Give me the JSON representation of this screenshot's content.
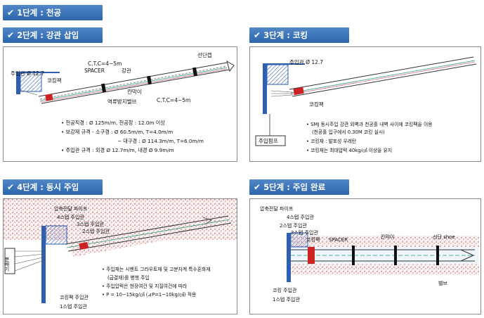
{
  "steps": [
    {
      "check": "✔",
      "label": "1단계 : 천공"
    },
    {
      "check": "✔",
      "label": "2단계 : 강관 삽입"
    },
    {
      "check": "✔",
      "label": "3단계 : 코킹"
    },
    {
      "check": "✔",
      "label": "4단계 : 동시 주입"
    },
    {
      "check": "✔",
      "label": "5단계 : 주입 완료"
    }
  ],
  "panel2": {
    "label_main_pipe": "주입관 Ø 12.7",
    "label_caulking": "코킹팩",
    "label_ctc_top": "C.T.C=4~5m",
    "label_spacer": "SPACER",
    "label_steel": "강관",
    "label_end_cap": "선단캡",
    "label_packer": "칸막이",
    "label_check_valve": "역류방지밸브",
    "label_ctc_bottom": "C.T.C=4~5m",
    "notes": [
      "천공직경 : Ø 125m/m, 천공장 : 12.0m 이상",
      "보강재 규격 - 소구경 : Ø 60.5m/m, T=4.0m/m",
      "− 대구경 : Ø 114.3m/m, T=6.0m/m",
      "주입관 규격 : 외경 Ø 12.7m/m, 내경 Ø 9.9m/m"
    ]
  },
  "panel3": {
    "label_main_pipe": "주입관 Ø 12.7",
    "label_caulking": "코킹팩",
    "label_pump": "주입펌프",
    "notes": [
      "SMJ 동시주입 강관 외벽과 천공홀 내벽 사이에 코킹팩을 이용",
      "(천공홀 입구에서 0.30M 코킹 실시)",
      "코킹재 : 발포성 우레탄",
      "코킹재는 최대압력 40kg/㎠ 이상을 유지"
    ]
  },
  "panel4": {
    "label_pressure_pipe": "압축전달 파이프",
    "label_step4": "4스텝 주입관",
    "label_step3": "3스텝 주입관",
    "label_step2": "2스텝 주입관",
    "label_distributor": "분배기",
    "label_caulking_pipe": "코킹팩 주입관",
    "label_step1": "1스텝 주입관",
    "notes": [
      "주입재는 시멘트 그라우트재 및 고분자계 특수혼화재",
      "(급결재)를 병행 주입",
      "주입압력은 현장여건 및 지질여건에 따라",
      "P = 10~15kg/㎠ (⊿P=1~10kg/㎠) 적용"
    ]
  },
  "panel5": {
    "label_pressure_pipe": "압축전달 파이프",
    "label_step4": "4스텝 주입관",
    "label_step2": "2스텝 주입관",
    "label_step3": "3스텝 주입관",
    "label_caulking": "코킹팩",
    "label_spacer": "SPACER",
    "label_packer": "칸막이",
    "label_shoe": "선단 shoe",
    "label_caulking_pipe": "코킹 주입관",
    "label_step1": "1스텝 주입관",
    "label_valve": "밸브"
  },
  "colors": {
    "header_blue": "#3d75bb",
    "wall_blue": "#2f5fb0",
    "pipe_red": "#cc2222",
    "soil_red": "#b03a3a"
  }
}
